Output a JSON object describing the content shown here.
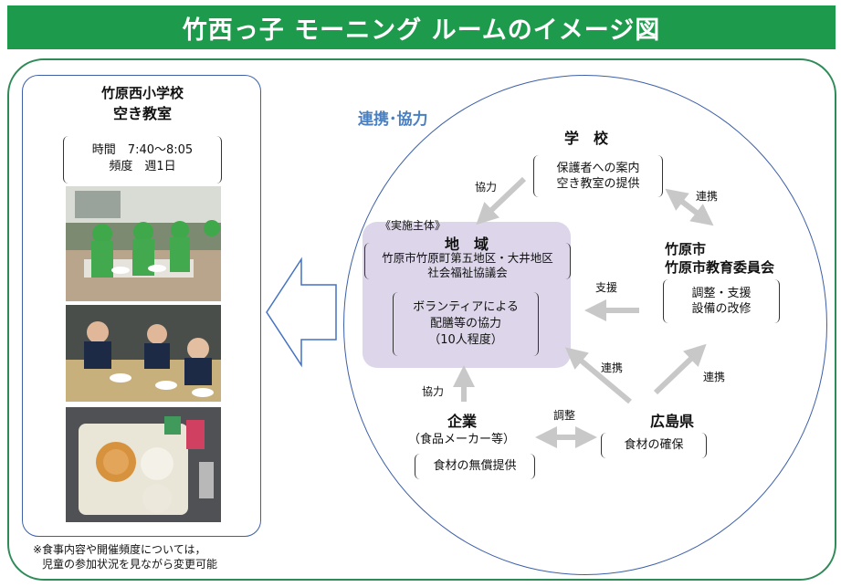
{
  "title": "竹西っ子 モーニング ルームのイメージ図",
  "left_panel": {
    "school_line1": "竹原西小学校",
    "school_line2": "空き教室",
    "schedule_line1": "時間　7:40～8:05",
    "schedule_line2": "頻度　週1日",
    "note_line1": "※食事内容や開催頻度については，",
    "note_line2": "児童の参加状況を見ながら変更可能"
  },
  "diagram": {
    "cooperation_title": "連携･協力",
    "school": {
      "name": "学　校",
      "role_line1": "保護者への案内",
      "role_line2": "空き教室の提供"
    },
    "city": {
      "name_line1": "竹原市",
      "name_line2": "竹原市教育委員会",
      "role_line1": "調整・支援",
      "role_line2": "設備の改修"
    },
    "region": {
      "tag": "《実施主体》",
      "name": "地　域",
      "org_line1": "竹原市竹原町第五地区・大井地区",
      "org_line2": "社会福祉協議会",
      "role_line1": "ボランティアによる",
      "role_line2": "配膳等の協力",
      "role_line3": "（10人程度）"
    },
    "company": {
      "name": "企業",
      "sub": "（食品メーカー等）",
      "role": "食材の無償提供"
    },
    "prefecture": {
      "name": "広島県",
      "role": "食材の確保"
    },
    "arrows": {
      "school_region": "協力",
      "school_city": "連携",
      "city_region": "支援",
      "pref_region": "連携",
      "pref_city": "連携",
      "company_region": "協力",
      "company_pref": "調整"
    }
  },
  "colors": {
    "title_bg": "#1e9a4c",
    "frame": "#2e8b57",
    "circle": "#3c5fa8",
    "region_bg": "#ddd6ea",
    "arrow": "#c8c8c8",
    "accent_text": "#4a7fc1"
  }
}
